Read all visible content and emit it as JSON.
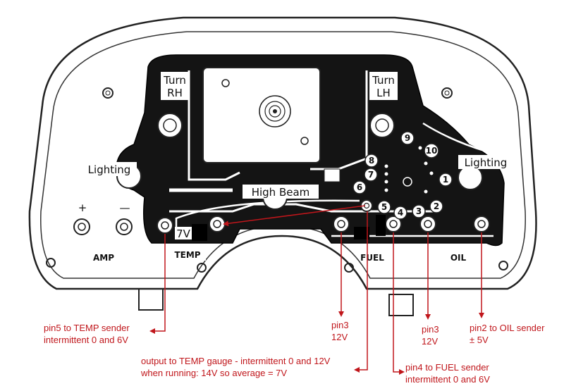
{
  "board": {
    "turn_rh": [
      "Turn",
      "RH"
    ],
    "turn_lh": [
      "Turn",
      "LH"
    ],
    "lighting_left": "Lighting",
    "lighting_right": "Lighting",
    "high_beam": "High Beam",
    "plus": "+",
    "minus": "—",
    "amp": "AMP",
    "temp": "TEMP",
    "fuel": "FUEL",
    "oil": "OIL",
    "seven_v": "7V"
  },
  "pins": [
    "1",
    "2",
    "3",
    "4",
    "5",
    "6",
    "7",
    "8",
    "9",
    "10"
  ],
  "annotations": {
    "temp_sender": [
      "pin5 to TEMP sender",
      "intermittent 0 and 6V"
    ],
    "temp_gauge": [
      "output to TEMP gauge - intermittent 0 and 12V",
      "when running: 14V so average = 7V"
    ],
    "pin3_left": [
      "pin3",
      "12V"
    ],
    "pin3_right": [
      "pin3",
      "12V"
    ],
    "fuel_sender": [
      "pin4 to FUEL sender",
      "intermittent 0 and 6V"
    ],
    "oil_sender": [
      "pin2 to OIL sender",
      "± 5V"
    ]
  },
  "colors": {
    "annotation": "#c0161b",
    "board": "#141414",
    "outline": "#222222"
  }
}
